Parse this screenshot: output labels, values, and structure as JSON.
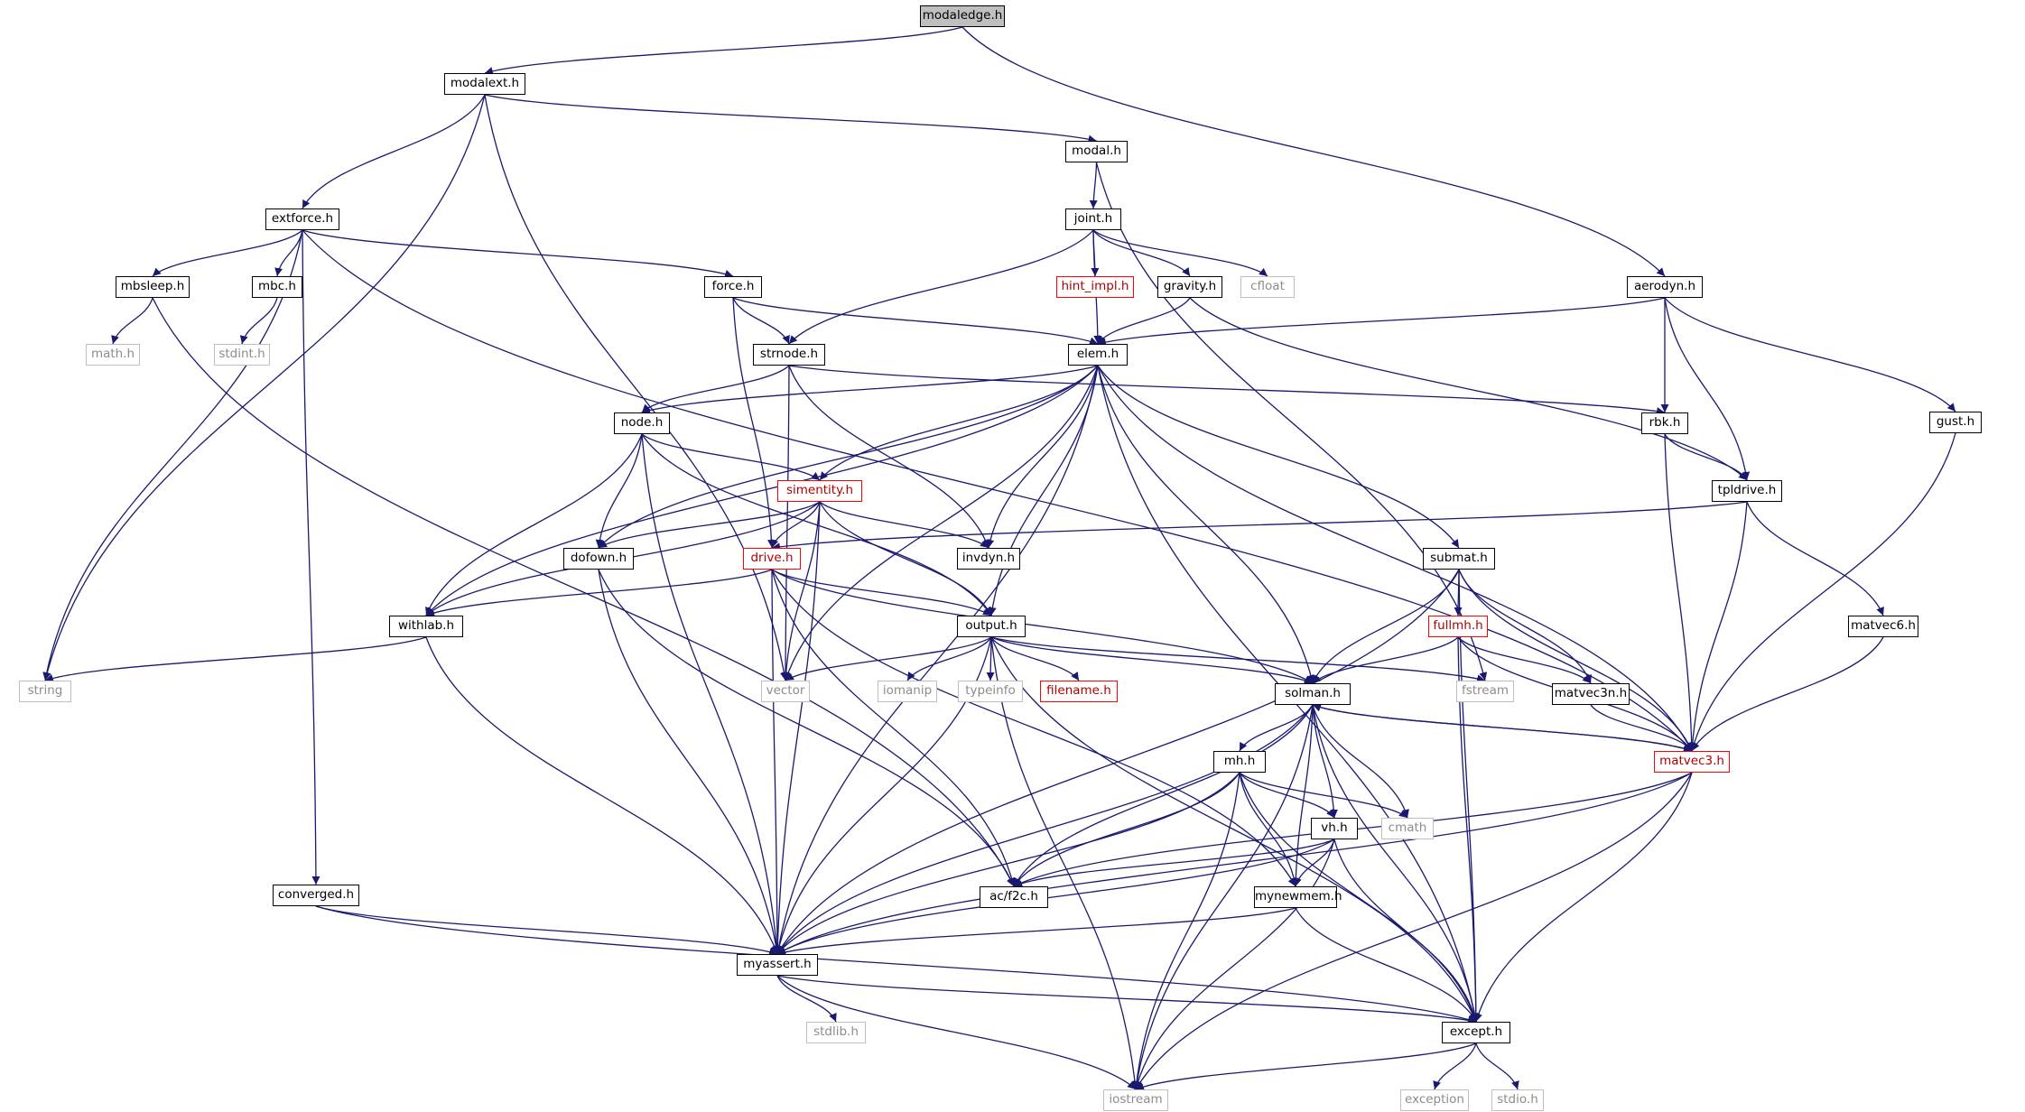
{
  "diagram": {
    "root": "modaledge.h",
    "nodes": [
      {
        "id": "modaledge",
        "label": "modaledge.h",
        "kind": "focus"
      },
      {
        "id": "modalext",
        "label": "modalext.h",
        "kind": "doc"
      },
      {
        "id": "string",
        "label": "string",
        "kind": "sys"
      },
      {
        "id": "extforce",
        "label": "extforce.h",
        "kind": "doc"
      },
      {
        "id": "vector",
        "label": "vector",
        "kind": "sys"
      },
      {
        "id": "modal",
        "label": "modal.h",
        "kind": "doc"
      },
      {
        "id": "mbsleep",
        "label": "mbsleep.h",
        "kind": "doc"
      },
      {
        "id": "mbc",
        "label": "mbc.h",
        "kind": "doc"
      },
      {
        "id": "force",
        "label": "force.h",
        "kind": "doc"
      },
      {
        "id": "converged",
        "label": "converged.h",
        "kind": "doc"
      },
      {
        "id": "joint",
        "label": "joint.h",
        "kind": "doc"
      },
      {
        "id": "hint_impl",
        "label": "hint_impl.h",
        "kind": "trunc"
      },
      {
        "id": "gravity",
        "label": "gravity.h",
        "kind": "doc"
      },
      {
        "id": "cfloat",
        "label": "cfloat",
        "kind": "sys"
      },
      {
        "id": "aerodyn",
        "label": "aerodyn.h",
        "kind": "doc"
      },
      {
        "id": "mathh",
        "label": "math.h",
        "kind": "sys"
      },
      {
        "id": "stdint",
        "label": "stdint.h",
        "kind": "sys"
      },
      {
        "id": "strnode",
        "label": "strnode.h",
        "kind": "doc"
      },
      {
        "id": "elem",
        "label": "elem.h",
        "kind": "doc"
      },
      {
        "id": "gust",
        "label": "gust.h",
        "kind": "doc"
      },
      {
        "id": "node",
        "label": "node.h",
        "kind": "doc"
      },
      {
        "id": "rbk",
        "label": "rbk.h",
        "kind": "doc"
      },
      {
        "id": "simentity",
        "label": "simentity.h",
        "kind": "trunc"
      },
      {
        "id": "tpldrive",
        "label": "tpldrive.h",
        "kind": "doc"
      },
      {
        "id": "dofown",
        "label": "dofown.h",
        "kind": "doc"
      },
      {
        "id": "drive",
        "label": "drive.h",
        "kind": "trunc"
      },
      {
        "id": "invdyn",
        "label": "invdyn.h",
        "kind": "doc"
      },
      {
        "id": "submat",
        "label": "submat.h",
        "kind": "doc"
      },
      {
        "id": "withlab",
        "label": "withlab.h",
        "kind": "doc"
      },
      {
        "id": "output",
        "label": "output.h",
        "kind": "doc"
      },
      {
        "id": "fullmh",
        "label": "fullmh.h",
        "kind": "trunc"
      },
      {
        "id": "matvec6",
        "label": "matvec6.h",
        "kind": "doc"
      },
      {
        "id": "iomanip",
        "label": "iomanip",
        "kind": "sys"
      },
      {
        "id": "typeinfo",
        "label": "typeinfo",
        "kind": "sys"
      },
      {
        "id": "filename",
        "label": "filename.h",
        "kind": "trunc"
      },
      {
        "id": "solman",
        "label": "solman.h",
        "kind": "doc"
      },
      {
        "id": "fstream",
        "label": "fstream",
        "kind": "sys"
      },
      {
        "id": "matvec3n",
        "label": "matvec3n.h",
        "kind": "doc"
      },
      {
        "id": "matvec3",
        "label": "matvec3.h",
        "kind": "trunc"
      },
      {
        "id": "mh",
        "label": "mh.h",
        "kind": "doc"
      },
      {
        "id": "cmath",
        "label": "cmath",
        "kind": "sys"
      },
      {
        "id": "vh",
        "label": "vh.h",
        "kind": "doc"
      },
      {
        "id": "acf2c",
        "label": "ac/f2c.h",
        "kind": "doc"
      },
      {
        "id": "mynewmem",
        "label": "mynewmem.h",
        "kind": "doc"
      },
      {
        "id": "myassert",
        "label": "myassert.h",
        "kind": "doc"
      },
      {
        "id": "stdlib",
        "label": "stdlib.h",
        "kind": "sys"
      },
      {
        "id": "except",
        "label": "except.h",
        "kind": "doc"
      },
      {
        "id": "iostream",
        "label": "iostream",
        "kind": "sys"
      },
      {
        "id": "exception",
        "label": "exception",
        "kind": "sys"
      },
      {
        "id": "stdio",
        "label": "stdio.h",
        "kind": "sys"
      }
    ],
    "edges": [
      [
        "modaledge",
        "modalext"
      ],
      [
        "modaledge",
        "aerodyn"
      ],
      [
        "modalext",
        "string"
      ],
      [
        "modalext",
        "extforce"
      ],
      [
        "modalext",
        "vector"
      ],
      [
        "modalext",
        "modal"
      ],
      [
        "extforce",
        "string"
      ],
      [
        "extforce",
        "mbsleep"
      ],
      [
        "extforce",
        "mbc"
      ],
      [
        "extforce",
        "force"
      ],
      [
        "extforce",
        "converged"
      ],
      [
        "extforce",
        "matvec3"
      ],
      [
        "mbsleep",
        "mathh"
      ],
      [
        "mbsleep",
        "acf2c"
      ],
      [
        "mbc",
        "stdint"
      ],
      [
        "modal",
        "joint"
      ],
      [
        "modal",
        "fstream"
      ],
      [
        "joint",
        "strnode"
      ],
      [
        "joint",
        "elem"
      ],
      [
        "joint",
        "hint_impl"
      ],
      [
        "joint",
        "gravity"
      ],
      [
        "joint",
        "cfloat"
      ],
      [
        "gravity",
        "elem"
      ],
      [
        "gravity",
        "tpldrive"
      ],
      [
        "force",
        "strnode"
      ],
      [
        "force",
        "elem"
      ],
      [
        "force",
        "drive"
      ],
      [
        "aerodyn",
        "elem"
      ],
      [
        "aerodyn",
        "rbk"
      ],
      [
        "aerodyn",
        "tpldrive"
      ],
      [
        "aerodyn",
        "gust"
      ],
      [
        "gust",
        "matvec3"
      ],
      [
        "strnode",
        "node"
      ],
      [
        "strnode",
        "rbk"
      ],
      [
        "strnode",
        "invdyn"
      ],
      [
        "strnode",
        "vector"
      ],
      [
        "elem",
        "node"
      ],
      [
        "elem",
        "simentity"
      ],
      [
        "elem",
        "dofown"
      ],
      [
        "elem",
        "invdyn"
      ],
      [
        "elem",
        "withlab"
      ],
      [
        "elem",
        "output"
      ],
      [
        "elem",
        "vector"
      ],
      [
        "elem",
        "solman"
      ],
      [
        "elem",
        "submat"
      ],
      [
        "elem",
        "myassert"
      ],
      [
        "elem",
        "except"
      ],
      [
        "elem",
        "matvec3"
      ],
      [
        "node",
        "simentity"
      ],
      [
        "node",
        "dofown"
      ],
      [
        "node",
        "withlab"
      ],
      [
        "node",
        "output"
      ],
      [
        "node",
        "myassert"
      ],
      [
        "rbk",
        "tpldrive"
      ],
      [
        "rbk",
        "matvec3"
      ],
      [
        "tpldrive",
        "drive"
      ],
      [
        "tpldrive",
        "matvec6"
      ],
      [
        "tpldrive",
        "matvec3"
      ],
      [
        "matvec6",
        "matvec3"
      ],
      [
        "simentity",
        "dofown"
      ],
      [
        "simentity",
        "invdyn"
      ],
      [
        "simentity",
        "drive"
      ],
      [
        "simentity",
        "withlab"
      ],
      [
        "simentity",
        "output"
      ],
      [
        "simentity",
        "vector"
      ],
      [
        "simentity",
        "myassert"
      ],
      [
        "dofown",
        "acf2c"
      ],
      [
        "dofown",
        "myassert"
      ],
      [
        "drive",
        "withlab"
      ],
      [
        "drive",
        "output"
      ],
      [
        "drive",
        "solman"
      ],
      [
        "drive",
        "acf2c"
      ],
      [
        "drive",
        "mynewmem"
      ],
      [
        "drive",
        "myassert"
      ],
      [
        "withlab",
        "string"
      ],
      [
        "withlab",
        "myassert"
      ],
      [
        "output",
        "vector"
      ],
      [
        "output",
        "iomanip"
      ],
      [
        "output",
        "typeinfo"
      ],
      [
        "output",
        "filename"
      ],
      [
        "output",
        "solman"
      ],
      [
        "output",
        "fstream"
      ],
      [
        "output",
        "iostream"
      ],
      [
        "output",
        "myassert"
      ],
      [
        "output",
        "except"
      ],
      [
        "submat",
        "fullmh"
      ],
      [
        "submat",
        "solman"
      ],
      [
        "submat",
        "matvec3n"
      ],
      [
        "submat",
        "matvec3"
      ],
      [
        "submat",
        "myassert"
      ],
      [
        "submat",
        "except"
      ],
      [
        "fullmh",
        "solman"
      ],
      [
        "fullmh",
        "matvec3n"
      ],
      [
        "fullmh",
        "matvec3"
      ],
      [
        "fullmh",
        "except"
      ],
      [
        "matvec3n",
        "matvec3"
      ],
      [
        "solman",
        "matvec3"
      ],
      [
        "solman",
        "mh"
      ],
      [
        "solman",
        "vh"
      ],
      [
        "solman",
        "cmath"
      ],
      [
        "solman",
        "acf2c"
      ],
      [
        "solman",
        "mynewmem"
      ],
      [
        "solman",
        "myassert"
      ],
      [
        "solman",
        "except"
      ],
      [
        "solman",
        "iostream"
      ],
      [
        "matvec3",
        "solman"
      ],
      [
        "matvec3",
        "acf2c"
      ],
      [
        "matvec3",
        "myassert"
      ],
      [
        "matvec3",
        "except"
      ],
      [
        "matvec3",
        "iostream"
      ],
      [
        "mh",
        "vh"
      ],
      [
        "mh",
        "cmath"
      ],
      [
        "mh",
        "acf2c"
      ],
      [
        "mh",
        "mynewmem"
      ],
      [
        "mh",
        "myassert"
      ],
      [
        "mh",
        "except"
      ],
      [
        "mh",
        "iostream"
      ],
      [
        "vh",
        "acf2c"
      ],
      [
        "vh",
        "mynewmem"
      ],
      [
        "vh",
        "myassert"
      ],
      [
        "vh",
        "except"
      ],
      [
        "vh",
        "iostream"
      ],
      [
        "mynewmem",
        "myassert"
      ],
      [
        "mynewmem",
        "except"
      ],
      [
        "converged",
        "myassert"
      ],
      [
        "converged",
        "except"
      ],
      [
        "myassert",
        "stdlib"
      ],
      [
        "myassert",
        "except"
      ],
      [
        "myassert",
        "iostream"
      ],
      [
        "except",
        "exception"
      ],
      [
        "except",
        "stdio"
      ],
      [
        "except",
        "iostream"
      ]
    ],
    "colors": {
      "edge": "#191970",
      "node_border": "#000000",
      "sys_border": "#bfbfbf",
      "truncated_border": "#ff0000",
      "focus_fill": "#bfbfbf"
    }
  }
}
